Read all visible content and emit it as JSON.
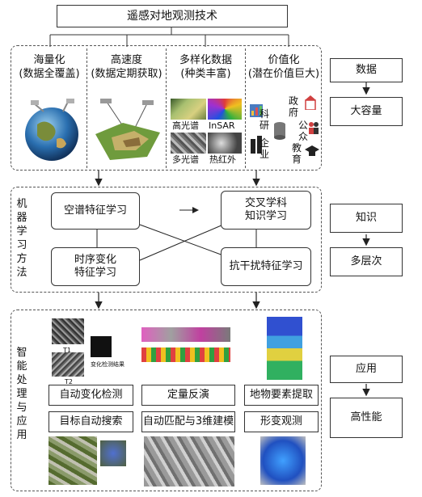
{
  "title": "遥感对地观测技术",
  "data_section": {
    "columns": [
      {
        "line1": "海量化",
        "line2": "(数据全覆盖)"
      },
      {
        "line1": "高速度",
        "line2": "(数据定期获取)"
      },
      {
        "line1": "多样化数据",
        "line2": "(种类丰富)"
      },
      {
        "line1": "价值化",
        "line2": "(潜在价值巨大)"
      }
    ],
    "image_labels": [
      "高光谱",
      "InSAR",
      "多光谱",
      "热红外"
    ],
    "value_labels": [
      "科",
      "研",
      "企",
      "业",
      "政",
      "府",
      "公",
      "众",
      "教",
      "育"
    ]
  },
  "ml_section": {
    "side_label": [
      "机",
      "器",
      "学",
      "习",
      "方",
      "法"
    ],
    "boxes": [
      {
        "line1": "空谱特征学习",
        "line2": ""
      },
      {
        "line1": "交叉学科",
        "line2": "知识学习"
      },
      {
        "line1": "时序变化",
        "line2": "特征学习"
      },
      {
        "line1": "抗干扰特征学习",
        "line2": ""
      }
    ]
  },
  "app_section": {
    "side_label": [
      "智",
      "能",
      "处",
      "理",
      "与",
      "应",
      "用"
    ],
    "row1": [
      "自动变化检测",
      "定量反演",
      "地物要素提取"
    ],
    "row2": [
      "目标自动搜索",
      "自动匹配与3维建模",
      "形变观测"
    ],
    "change_labels": [
      "T1",
      "T2",
      "变化检测结果"
    ]
  },
  "right_column": [
    {
      "top": "数据",
      "bottom": "大容量"
    },
    {
      "top": "知识",
      "bottom": "多层次"
    },
    {
      "top": "应用",
      "bottom": "高性能"
    }
  ],
  "colors": {
    "line": "#333333",
    "dashed": "#555555"
  }
}
